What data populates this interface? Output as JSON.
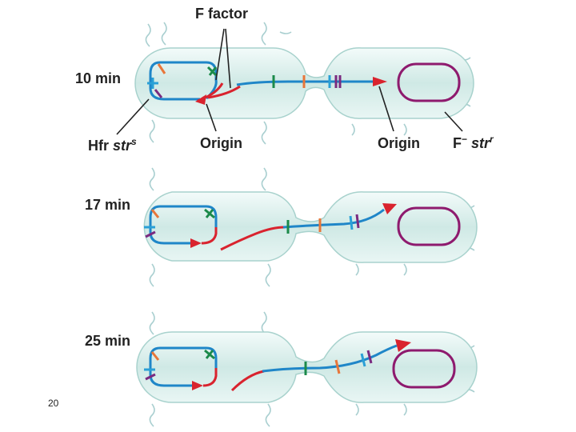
{
  "labels": {
    "f_factor": "F factor",
    "hfr_text": "Hfr ",
    "hfr_gene": "str",
    "hfr_sup": "s",
    "origin_left": "Origin",
    "origin_right": "Origin",
    "f_minus_text": "F",
    "f_minus_sup": "−",
    "f_minus_gene": " str",
    "f_minus_sup2": "r"
  },
  "panels": [
    {
      "time": "10 min"
    },
    {
      "time": "17 min"
    },
    {
      "time": "25 min"
    }
  ],
  "page_number": "20",
  "colors": {
    "cell_fill": "#d8eeea",
    "cell_edge": "#9fc9c3",
    "dna_blue": "#1f86c8",
    "f_factor_red": "#d9232e",
    "recipient_ring": "#8e1a6e",
    "marker_orange": "#e8763a",
    "marker_green": "#1b8a4a",
    "marker_cyan": "#2aa0d6",
    "marker_purple": "#7a2a80"
  }
}
